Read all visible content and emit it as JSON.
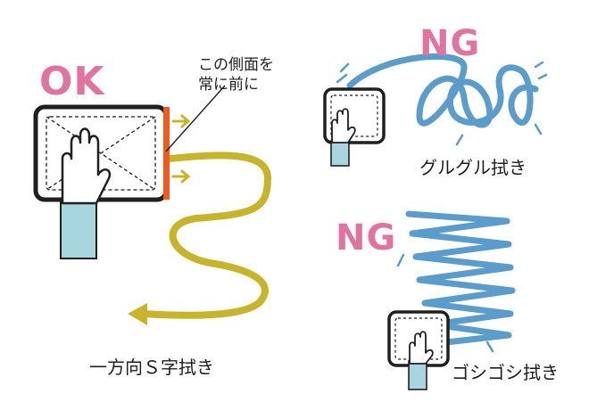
{
  "ok_panel": {
    "badge": "OK",
    "note_line1": "この側面を",
    "note_line2": "常に前に",
    "caption": "一方向Ｓ字拭き"
  },
  "ng_circular": {
    "badge": "NG",
    "caption": "グルグル拭き"
  },
  "ng_zigzag": {
    "badge": "NG",
    "caption": "ゴシゴシ拭き"
  },
  "colors": {
    "badge_pink": "#e0739f",
    "s_path_mustard": "#c8b42a",
    "edge_orange": "#f05a1c",
    "scribble_blue": "#5a9ccb",
    "sleeve_lightblue": "#a9d6de",
    "ink": "#1f1f1f"
  }
}
